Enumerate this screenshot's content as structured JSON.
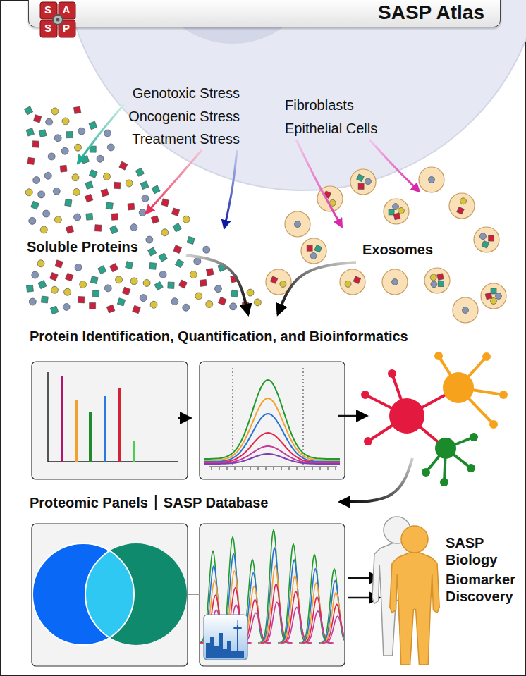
{
  "diagram": {
    "nodes": [
      {
        "text": [
          "SASP Atlas"
        ]
      }
    ],
    "labels": [
      "S",
      "A",
      "S",
      "P",
      "Genotoxic Stress",
      "Oncogenic Stress",
      "Treatment Stress",
      "Fibroblasts",
      "Epithelial Cells",
      "Soluble Proteins",
      "Exosomes",
      "Protein Identification, Quantification, and Bioinformatics",
      "Proteomic Panels",
      "SASP Database",
      "SASP Biology",
      "Biomarker Discovery"
    ]
  }
}
